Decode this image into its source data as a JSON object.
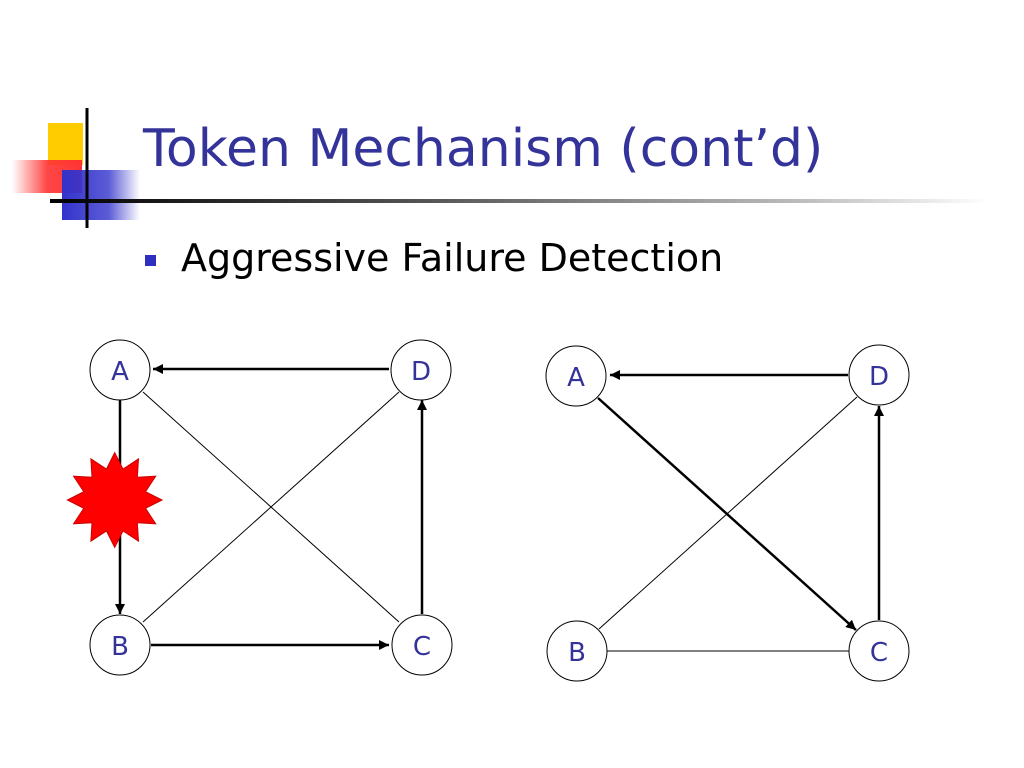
{
  "slide": {
    "title": "Token Mechanism (cont’d)",
    "bullet": "Aggressive Failure Detection"
  },
  "colors": {
    "title": "#33339a",
    "node_label": "#33339a",
    "bullet": "#2f2fbf",
    "failure_burst": "#ff0000",
    "logo_yellow": "#ffcc00",
    "logo_red": "#ff3333",
    "logo_blue": "#3333cc"
  },
  "diagrams": [
    {
      "nodes": {
        "a": "A",
        "b": "B",
        "c": "C",
        "d": "D"
      },
      "edges": [
        {
          "from": "d",
          "to": "a",
          "directed": true
        },
        {
          "from": "a",
          "to": "b",
          "directed": true
        },
        {
          "from": "b",
          "to": "c",
          "directed": true
        },
        {
          "from": "c",
          "to": "d",
          "directed": true
        },
        {
          "from": "a",
          "to": "c",
          "directed": false
        },
        {
          "from": "b",
          "to": "d",
          "directed": false
        }
      ],
      "failure_marker": "star-burst on edge A→B"
    },
    {
      "nodes": {
        "a": "A",
        "b": "B",
        "c": "C",
        "d": "D"
      },
      "edges": [
        {
          "from": "d",
          "to": "a",
          "directed": true
        },
        {
          "from": "a",
          "to": "c",
          "directed": true
        },
        {
          "from": "c",
          "to": "d",
          "directed": true
        },
        {
          "from": "b",
          "to": "d",
          "directed": false
        },
        {
          "from": "b",
          "to": "c",
          "directed": false
        }
      ]
    }
  ]
}
